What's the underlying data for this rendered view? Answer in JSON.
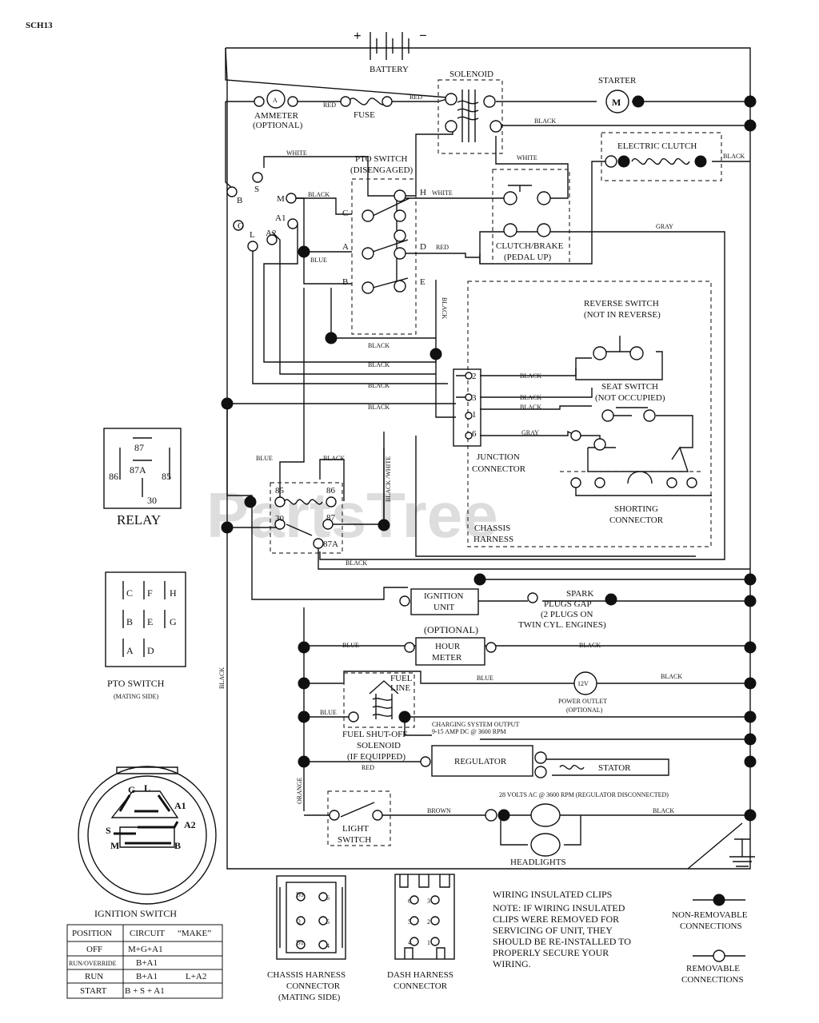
{
  "page_code": "SCH13",
  "watermark": "PartsTree",
  "components": {
    "battery": "BATTERY",
    "battery_plus": "+",
    "battery_minus": "−",
    "solenoid": "SOLENOID",
    "starter": "STARTER",
    "starter_symbol": "M",
    "ammeter_symbol": "A",
    "ammeter_1": "AMMETER",
    "ammeter_2": "(OPTIONAL)",
    "fuse": "FUSE",
    "pto_switch_1": "PTO SWITCH",
    "pto_switch_2": "(DISENGAGED)",
    "electric_clutch": "ELECTRIC CLUTCH",
    "clutch_brake_1": "CLUTCH/BRAKE",
    "clutch_brake_2": "(PEDAL UP)",
    "reverse_switch_1": "REVERSE SWITCH",
    "reverse_switch_2": "(NOT IN REVERSE)",
    "seat_switch_1": "SEAT SWITCH",
    "seat_switch_2": "(NOT OCCUPIED)",
    "junction_1": "JUNCTION",
    "junction_2": "CONNECTOR",
    "shorting_1": "SHORTING",
    "shorting_2": "CONNECTOR",
    "chassis_1": "CHASSIS",
    "chassis_2": "HARNESS",
    "ignition_unit_1": "IGNITION",
    "ignition_unit_2": "UNIT",
    "spark_1": "SPARK",
    "spark_2": "PLUGS GAP",
    "spark_3": "(2 PLUGS ON",
    "spark_4": "TWIN CYL. ENGINES)",
    "hour_optional": "(OPTIONAL)",
    "hour_1": "HOUR",
    "hour_2": "METER",
    "fuel_line_1": "FUEL",
    "fuel_line_2": "LINE",
    "power_outlet_1": "POWER OUTLET",
    "power_outlet_2": "(OPTIONAL)",
    "power_outlet_symbol": "12V",
    "charging_1": "CHARGING SYSTEM OUTPUT",
    "charging_2": "9-15 AMP DC @ 3600 RPM",
    "fuel_shutoff_1": "FUEL SHUT-OFF",
    "fuel_shutoff_2": "SOLENOID",
    "fuel_shutoff_3": "(IF EQUIPPED)",
    "regulator": "REGULATOR",
    "stator": "STATOR",
    "ac_note": "28 VOLTS AC @ 3600 RPM (REGULATOR DISCONNECTED)",
    "light_switch_1": "LIGHT",
    "light_switch_2": "SWITCH",
    "headlights": "HEADLIGHTS"
  },
  "wires": {
    "red": "RED",
    "black": "BLACK",
    "white": "WHITE",
    "blue": "BLUE",
    "gray": "GRAY",
    "orange": "ORANGE",
    "brown": "BROWN",
    "black_white": "BLACK /WHITE"
  },
  "ignition_terminals": [
    "B",
    "S",
    "M",
    "A1",
    "G",
    "L",
    "A2"
  ],
  "pto_terminals": [
    "C",
    "H",
    "A",
    "D",
    "B",
    "E"
  ],
  "junction_pins": [
    "2",
    "3",
    "1",
    "6"
  ],
  "relay_terminals": [
    "85",
    "86",
    "30",
    "87",
    "87A"
  ],
  "relay_inset": {
    "title": "RELAY",
    "pins": [
      "87",
      "86",
      "87A",
      "85",
      "30"
    ]
  },
  "pto_inset": {
    "title": "PTO SWITCH",
    "subtitle": "(MATING SIDE)",
    "pins": [
      "C",
      "F",
      "H",
      "B",
      "E",
      "G",
      "A",
      "D"
    ]
  },
  "ignition_switch": {
    "title": "IGNITION SWITCH",
    "face_labels": [
      "G",
      "L",
      "A1",
      "A2",
      "S",
      "M",
      "B"
    ],
    "table": {
      "headers": [
        "POSITION",
        "CIRCUIT",
        "“MAKE”"
      ],
      "rows": [
        [
          "OFF",
          "M+G+A1",
          ""
        ],
        [
          "RUN/OVERRIDE",
          "B+A1",
          ""
        ],
        [
          "RUN",
          "B+A1",
          "L+A2"
        ],
        [
          "START",
          "B + S + A1",
          ""
        ]
      ]
    }
  },
  "connectors": {
    "chassis_1": "CHASSIS HARNESS",
    "chassis_2": "CONNECTOR",
    "chassis_3": "(MATING SIDE)",
    "chassis_pins": [
      "D3",
      "6",
      "2",
      "5",
      "D1",
      "4"
    ],
    "dash_1": "DASH HARNESS",
    "dash_2": "CONNECTOR",
    "dash_pins": [
      "6",
      "3",
      "5",
      "2",
      "4",
      "1"
    ]
  },
  "notes": {
    "heading": "WIRING INSULATED CLIPS",
    "lines": [
      "NOTE: IF WIRING INSULATED",
      "CLIPS WERE REMOVED FOR",
      "SERVICING OF UNIT, THEY",
      "SHOULD BE RE-INSTALLED TO",
      "PROPERLY SECURE YOUR",
      "WIRING."
    ]
  },
  "legend": {
    "nonremovable_1": "NON-REMOVABLE",
    "nonremovable_2": "CONNECTIONS",
    "removable_1": "REMOVABLE",
    "removable_2": "CONNECTIONS"
  }
}
